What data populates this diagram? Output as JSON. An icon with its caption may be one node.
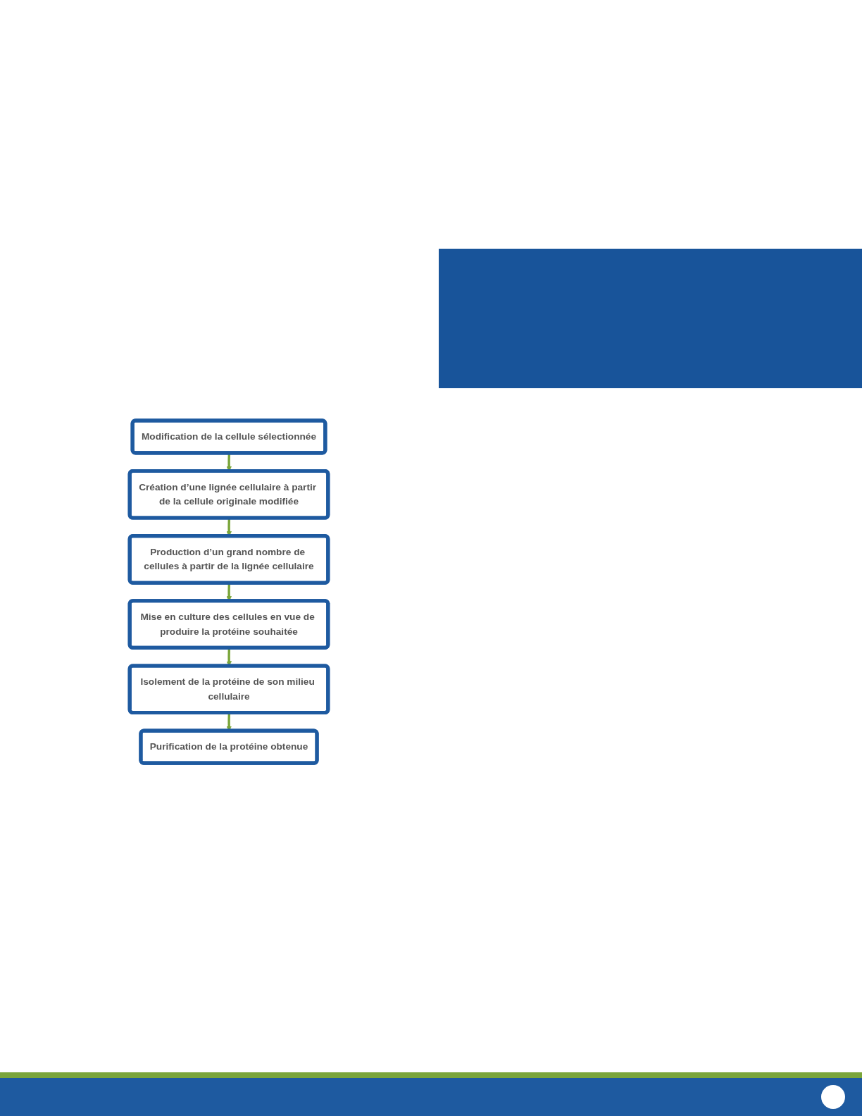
{
  "diagram": {
    "nodes": [
      {
        "text": [
          "Modification de la cellule sélectionnée"
        ]
      },
      {
        "text": [
          "Création d’une lignée cellulaire à partir de la cellule originale modifiée"
        ]
      },
      {
        "text": [
          "Production d’un grand nombre de cellules à partir de la lignée cellulaire"
        ]
      },
      {
        "text": [
          "Mise en culture des cellules en vue de produire la protéine souhaitée"
        ]
      },
      {
        "text": [
          "Isolement de la protéine de son milieu cellulaire"
        ]
      },
      {
        "text": [
          "Purification de la protéine obtenue"
        ]
      }
    ],
    "edges": [
      {
        "from": 0,
        "to": 1,
        "arrow": "to"
      },
      {
        "from": 1,
        "to": 2,
        "arrow": "to"
      },
      {
        "from": 2,
        "to": 3,
        "arrow": "to"
      },
      {
        "from": 3,
        "to": 4,
        "arrow": "to"
      },
      {
        "from": 4,
        "to": 5,
        "arrow": "to"
      }
    ]
  }
}
